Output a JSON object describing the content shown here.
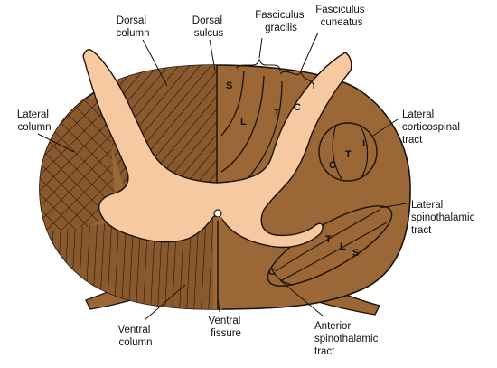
{
  "diagram": {
    "labels": {
      "dorsal_column": [
        "Dorsal",
        "column"
      ],
      "dorsal_sulcus": [
        "Dorsal",
        "sulcus"
      ],
      "fasciculus_gracilis": [
        "Fasciculus",
        "gracilis"
      ],
      "fasciculus_cuneatus": [
        "Fasciculus",
        "cuneatus"
      ],
      "lateral_column": [
        "Lateral",
        "column"
      ],
      "lateral_corticospinal": [
        "Lateral",
        "corticospinal",
        "tract"
      ],
      "lateral_spinothalamic": [
        "Lateral",
        "spinothalamic",
        "tract"
      ],
      "anterior_spinothalamic": [
        "Anterior",
        "spinothalamic",
        "tract"
      ],
      "ventral_column": [
        "Ventral",
        "column"
      ],
      "ventral_fissure": [
        "Ventral",
        "fissure"
      ]
    },
    "tract_letters": {
      "dorsal_s": "S",
      "dorsal_l": "L",
      "dorsal_t": "T",
      "dorsal_c": "C",
      "cortico_c": "C",
      "cortico_t": "T",
      "cortico_l": "L",
      "spino_t": "T",
      "spino_l": "L",
      "spino_s": "S",
      "ant_c": "C"
    },
    "colors": {
      "white_matter_dark": "#8a5a2e",
      "white_matter_mid": "#9b6736",
      "white_matter_light": "#a8733f",
      "gray_matter": "#f6c9a0",
      "outline": "#1a1208"
    }
  }
}
